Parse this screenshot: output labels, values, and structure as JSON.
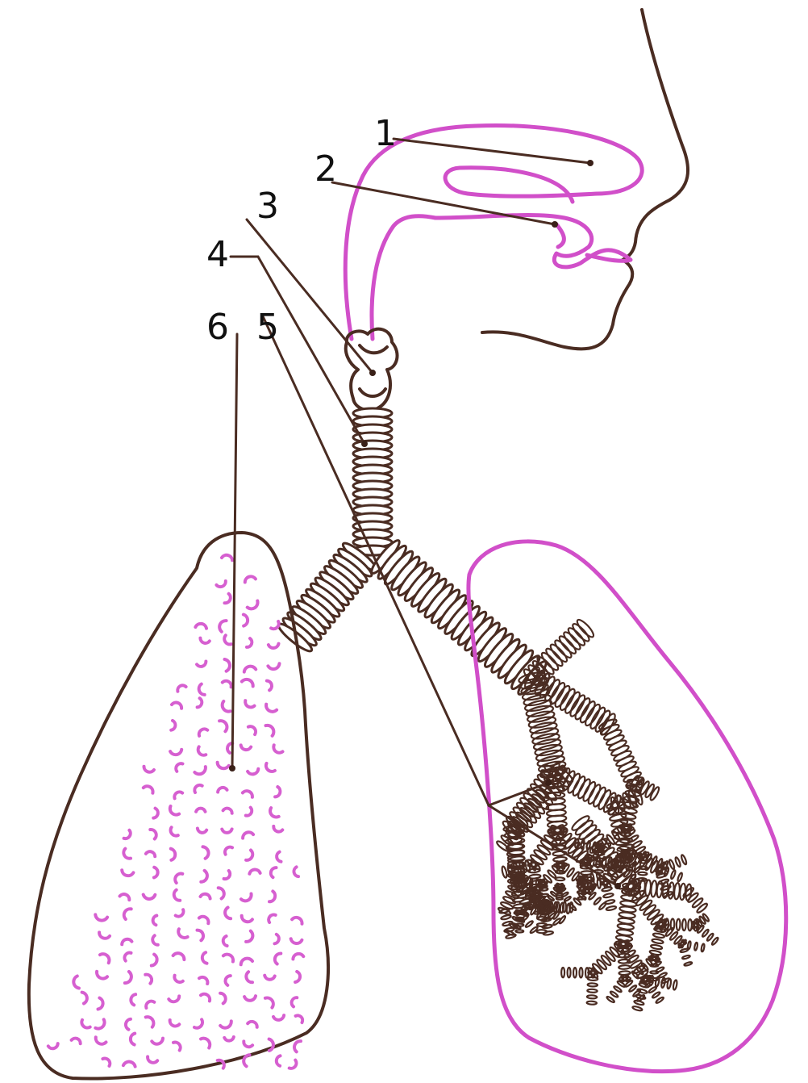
{
  "labels": [
    {
      "id": "1",
      "text": "1"
    },
    {
      "id": "2",
      "text": "2"
    },
    {
      "id": "3",
      "text": "3"
    },
    {
      "id": "4",
      "text": "4"
    },
    {
      "id": "5",
      "text": "5"
    },
    {
      "id": "6",
      "text": "6"
    }
  ],
  "colors": {
    "outline": "#4a2c22",
    "airway_pink": "#d14fc9",
    "alveoli_pink": "#d65fd0",
    "label_text": "#111111"
  },
  "icons": {
    "face": "face-profile-outline",
    "trachea": "ringed-tube",
    "lungs": "lung-outline"
  }
}
